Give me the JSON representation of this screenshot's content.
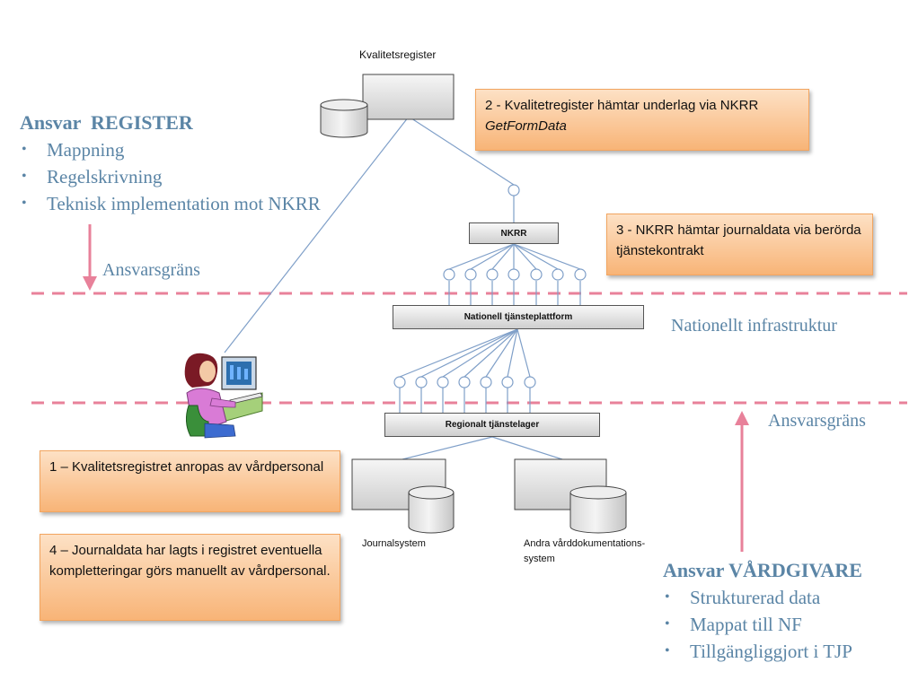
{
  "top_left": {
    "title": "Ansvar  REGISTER",
    "items": [
      "Mappning",
      "Regelskrivning",
      "Teknisk implementation mot NKRR"
    ],
    "boundary_label": "Ansvarsgräns"
  },
  "bottom_right": {
    "title": "Ansvar VÅRDGIVARE",
    "items": [
      "Strukturerad data",
      "Mappat till NF",
      "Tillgängliggjort i TJP"
    ],
    "boundary_label": "Ansvarsgräns"
  },
  "infra_label": "Nationellt infrastruktur",
  "nodes": {
    "kvalitetsregister": "Kvalitetsregister",
    "nkrr": "NKRR",
    "national_platform": "Nationell tjänsteplattform",
    "regional_layer": "Regionalt tjänstelager",
    "journalsystem": "Journalsystem",
    "andra_line1": "Andra vårddokumentations-",
    "andra_line2": "system"
  },
  "notes": {
    "note2_text": "2 - Kvalitetregister hämtar underlag via NKRR ",
    "note2_italic": "GetFormData",
    "note3": "3 - NKRR hämtar journaldata via berörda tjänstekontrakt",
    "note1": "1 – Kvalitetsregistret anropas av vårdpersonal",
    "note4": "4 – Journaldata har lagts i registret eventuella kompletteringar görs manuellt av vårdpersonal."
  },
  "colors": {
    "dashed_line": "#e8819a",
    "arrow": "#e8819a",
    "connector": "#7f9fc8",
    "heading_text": "#5b85a6",
    "note_fill": "#f8b477"
  }
}
